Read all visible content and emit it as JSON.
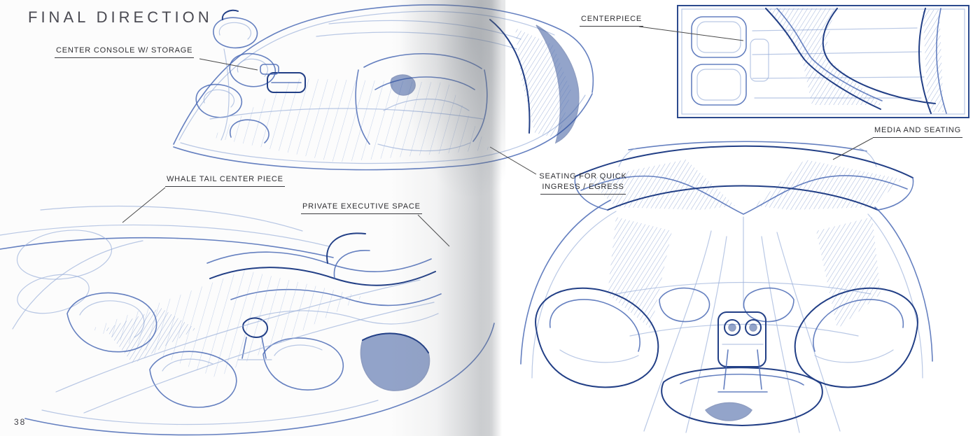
{
  "page": {
    "title": "FINAL DIRECTION",
    "page_number": "38"
  },
  "annotations": {
    "center_console": "CENTER CONSOLE W/ STORAGE",
    "whale_tail": "WHALE TAIL CENTER PIECE",
    "private_space": "PRIVATE EXECUTIVE SPACE",
    "centerpiece": "CENTERPIECE",
    "seating_line1": "SEATING FOR QUICK",
    "seating_line2": "INGRESS / EGRESS",
    "media_seating": "MEDIA AND SEATING"
  },
  "colors": {
    "sketch_blue": "#4a6ab5",
    "sketch_blue_dark": "#223f86",
    "sketch_blue_light": "#9bb0da",
    "annotation_text": "#2f2f33",
    "title_text": "#4a4a52",
    "leader_line": "#4a4a4a"
  }
}
